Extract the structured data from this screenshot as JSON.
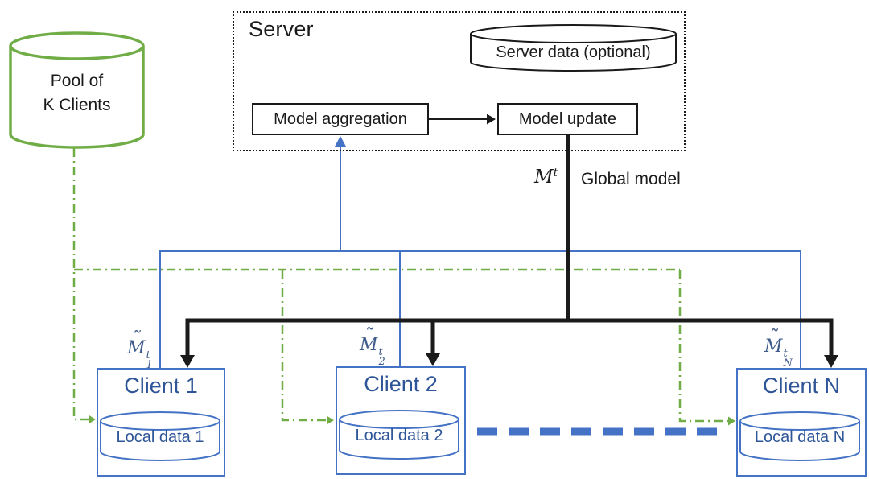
{
  "colors": {
    "green": "#70AD47",
    "blue": "#4472C4",
    "text_blue": "#2E5597",
    "mlabel": "#3F5B8C",
    "ink": "#1a1a1a"
  },
  "pool": {
    "line1": "Pool of",
    "line2": "K Clients"
  },
  "server": {
    "title": "Server",
    "data_store": "Server data (optional)",
    "aggregation": "Model aggregation",
    "update": "Model update"
  },
  "global_model": {
    "base": "M",
    "sup": "t",
    "caption": "Global model"
  },
  "clients": [
    {
      "title": "Client 1",
      "data_label": "Local data 1",
      "model": {
        "tilde": "˜",
        "base": "M",
        "sup": "t",
        "sub": "1"
      }
    },
    {
      "title": "Client 2",
      "data_label": "Local data 2",
      "model": {
        "tilde": "˜",
        "base": "M",
        "sup": "t",
        "sub": "2"
      }
    },
    {
      "title": "Client N",
      "data_label": "Local data N",
      "model": {
        "tilde": "˜",
        "base": "M",
        "sup": "t",
        "sub": "N"
      }
    }
  ]
}
